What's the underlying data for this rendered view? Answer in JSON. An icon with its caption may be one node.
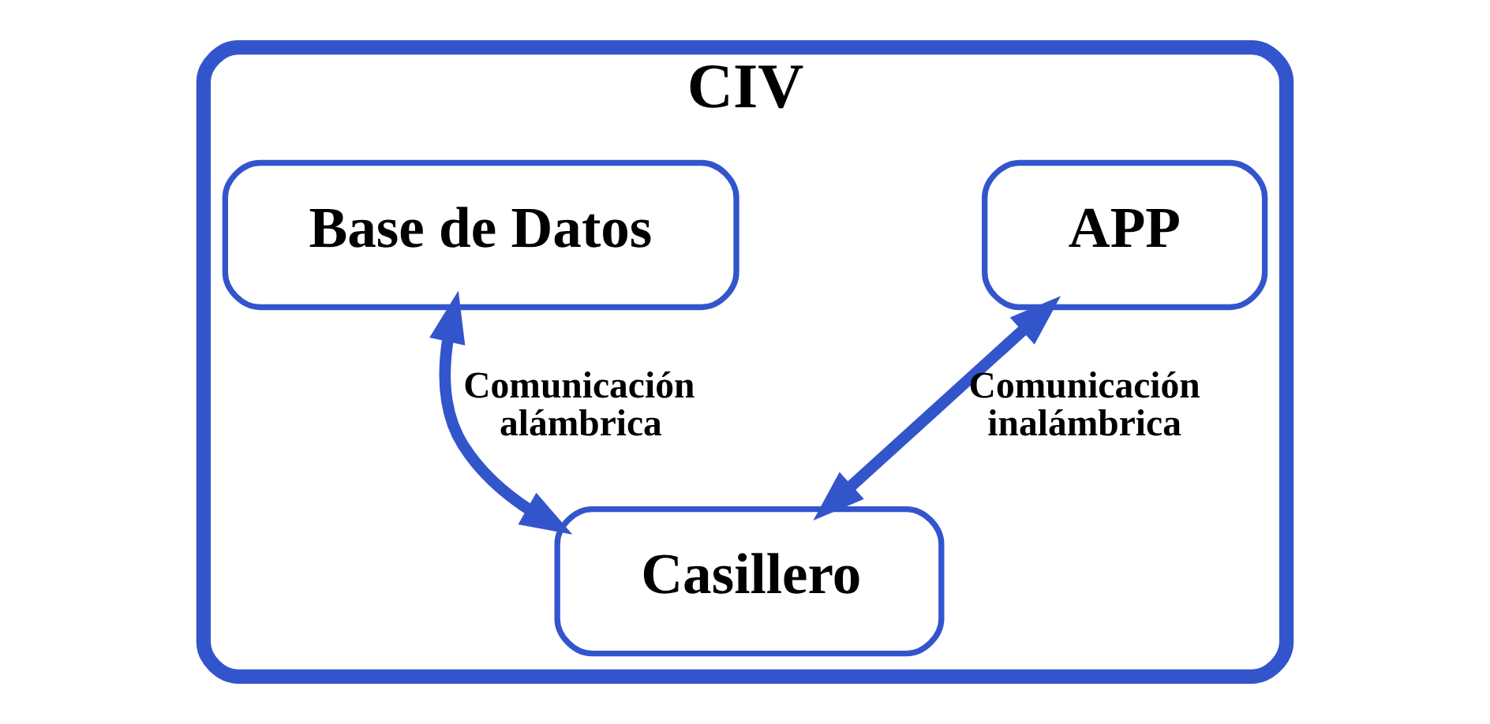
{
  "diagram": {
    "nodes": [
      {
        "text": [
          "CIV"
        ]
      },
      {
        "text": [
          "APP"
        ],
        "in": 0
      },
      {
        "text": [
          "Base de Datos"
        ],
        "in": 0
      },
      {
        "text": [
          "Casillero"
        ],
        "in": 0
      }
    ],
    "edges": [
      {
        "from": 1,
        "to": 3,
        "arrow": "both",
        "label": "Comunicación inalámbrica"
      },
      {
        "from": 3,
        "to": 2,
        "arrow": "both",
        "label": "Comunicación alámbrica"
      }
    ]
  }
}
